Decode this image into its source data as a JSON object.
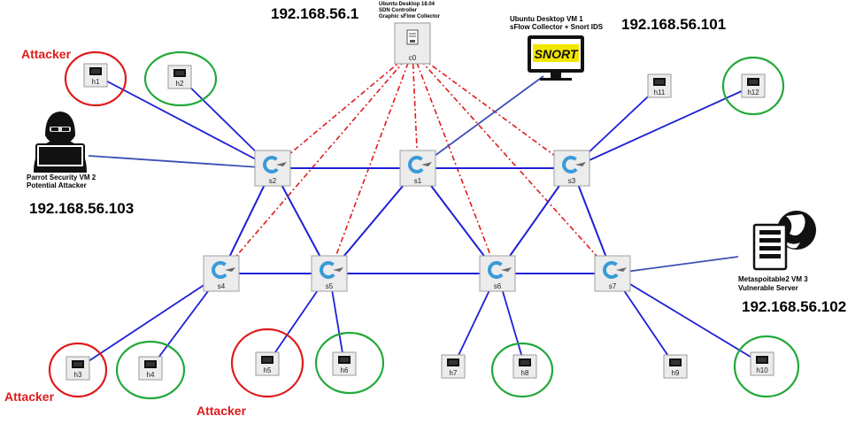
{
  "ips": {
    "controller": "192.168.56.1",
    "snort": "192.168.56.101",
    "parrot": "192.168.56.103",
    "metasploitable": "192.168.56.102"
  },
  "controller_desc": {
    "line1": "Ubuntu Desktop 18.04",
    "line2": "SDN Controller",
    "line3": "Graphic sFlow Collector"
  },
  "snort_desc": {
    "line1": "Ubuntu Desktop VM 1",
    "line2": "sFlow Collector + Snort IDS",
    "logo": "SNORT"
  },
  "parrot_desc": {
    "line1": "Parrot Security VM 2",
    "line2": "Potential Attacker"
  },
  "metasploitable_desc": {
    "line1": "Metaspoitable2 VM 3",
    "line2": "Vulnerable Server"
  },
  "attacker_label": "Attacker",
  "controller": {
    "name": "c0"
  },
  "switches": [
    "s1",
    "s2",
    "s3",
    "s4",
    "s5",
    "s6",
    "s7"
  ],
  "hosts": [
    "h1",
    "h2",
    "h3",
    "h4",
    "h5",
    "h6",
    "h7",
    "h8",
    "h9",
    "h10",
    "h11",
    "h12"
  ],
  "host_status": {
    "attacker": [
      "h1",
      "h3",
      "h5"
    ],
    "normal": [
      "h2",
      "h4",
      "h6",
      "h8",
      "h10",
      "h12"
    ],
    "unmarked": [
      "h7",
      "h9",
      "h11"
    ]
  },
  "links": {
    "switch_links": [
      [
        "s2",
        "s1"
      ],
      [
        "s1",
        "s3"
      ],
      [
        "s4",
        "s5"
      ],
      [
        "s5",
        "s6"
      ],
      [
        "s6",
        "s7"
      ],
      [
        "s2",
        "s4"
      ],
      [
        "s2",
        "s5"
      ],
      [
        "s1",
        "s5"
      ],
      [
        "s1",
        "s6"
      ],
      [
        "s3",
        "s6"
      ],
      [
        "s3",
        "s7"
      ]
    ],
    "host_links": [
      [
        "h1",
        "s2"
      ],
      [
        "h2",
        "s2"
      ],
      [
        "h3",
        "s4"
      ],
      [
        "h4",
        "s4"
      ],
      [
        "h5",
        "s5"
      ],
      [
        "h6",
        "s5"
      ],
      [
        "h7",
        "s6"
      ],
      [
        "h8",
        "s6"
      ],
      [
        "h9",
        "s7"
      ],
      [
        "h10",
        "s7"
      ],
      [
        "h11",
        "s3"
      ],
      [
        "h12",
        "s3"
      ]
    ],
    "controller_links": [
      "s1",
      "s2",
      "s3",
      "s4",
      "s5",
      "s6",
      "s7"
    ],
    "vm_links": [
      [
        "parrot",
        "s2"
      ],
      [
        "snort",
        "s1"
      ],
      [
        "metasploitable",
        "s7"
      ]
    ]
  },
  "colors": {
    "data_link": "#1f1fd6",
    "controller_link": "#e01b1b",
    "attacker_ring": "#e01b1b",
    "normal_ring": "#22a83a",
    "vm_link": "#3d4fb5"
  }
}
